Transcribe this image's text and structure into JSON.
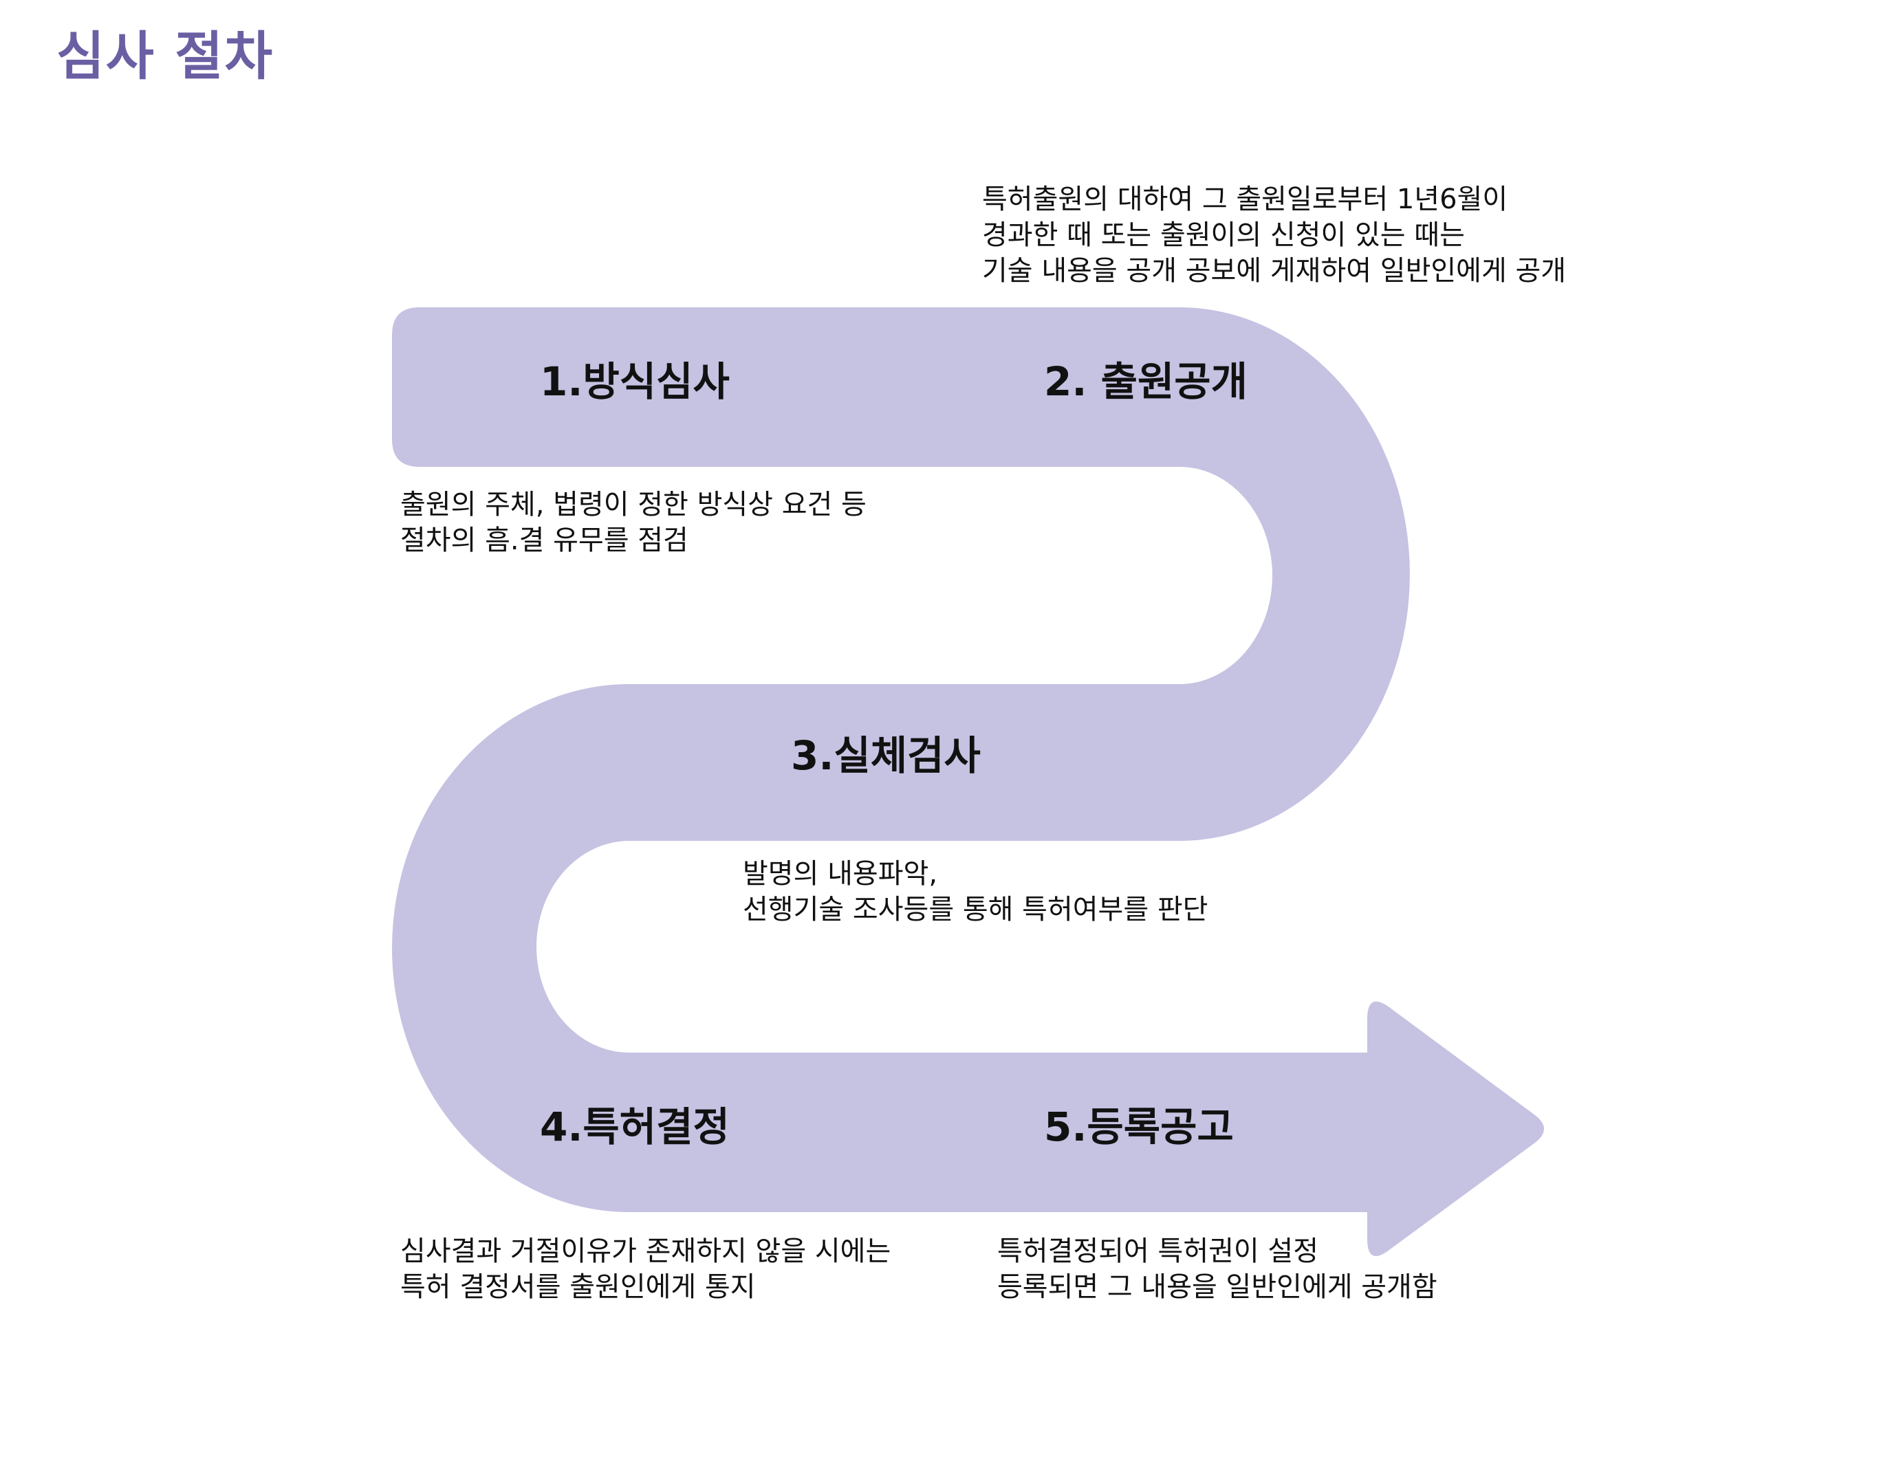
{
  "title": "심사 절차",
  "colors": {
    "accent": "#6b5fa3",
    "path_fill": "#c5c2e2"
  },
  "steps": [
    {
      "label": "1.방식심사",
      "desc": [
        "출원의 주체, 법령이 정한 방식상 요건 등",
        "절차의 흠.결 유무를 점검"
      ]
    },
    {
      "label": "2. 출원공개",
      "desc": [
        "특허출원의 대하여 그 출원일로부터 1년6월이",
        "경과한 때 또는 출원이의 신청이 있는 때는",
        "기술 내용을 공개 공보에 게재하여 일반인에게 공개"
      ]
    },
    {
      "label": "3.실체검사",
      "desc": [
        "발명의 내용파악,",
        "선행기술 조사등를 통해 특허여부를 판단"
      ]
    },
    {
      "label": "4.특허결정",
      "desc": [
        "심사결과 거절이유가 존재하지 않을 시에는",
        "특허 결정서를 출원인에게 통지"
      ]
    },
    {
      "label": "5.등록공고",
      "desc": [
        "특허결정되어 특허권이 설정",
        "등록되면 그 내용을 일반인에게 공개함"
      ]
    }
  ]
}
